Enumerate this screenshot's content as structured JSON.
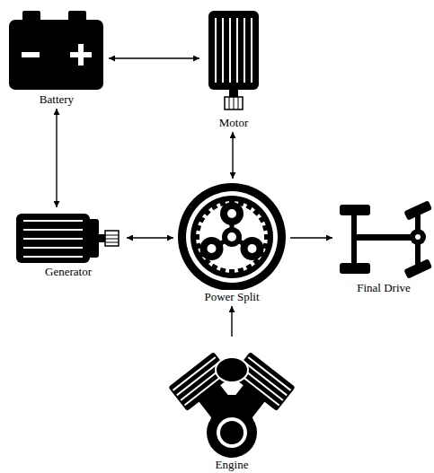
{
  "diagram": {
    "nodes": [
      {
        "text": [
          "Battery"
        ]
      },
      {
        "text": [
          "Motor"
        ]
      },
      {
        "text": [
          "Generator"
        ]
      },
      {
        "text": [
          "Power Split"
        ]
      },
      {
        "text": [
          "Final Drive"
        ]
      },
      {
        "text": [
          "Engine"
        ]
      }
    ],
    "edges": [
      {
        "from": 0,
        "to": 1,
        "arrow": "both"
      },
      {
        "from": 0,
        "to": 2,
        "arrow": "both"
      },
      {
        "from": 1,
        "to": 3,
        "arrow": "both"
      },
      {
        "from": 2,
        "to": 3,
        "arrow": "both"
      },
      {
        "from": 3,
        "to": 4,
        "arrow": "to"
      },
      {
        "from": 5,
        "to": 3,
        "arrow": "to"
      }
    ]
  }
}
